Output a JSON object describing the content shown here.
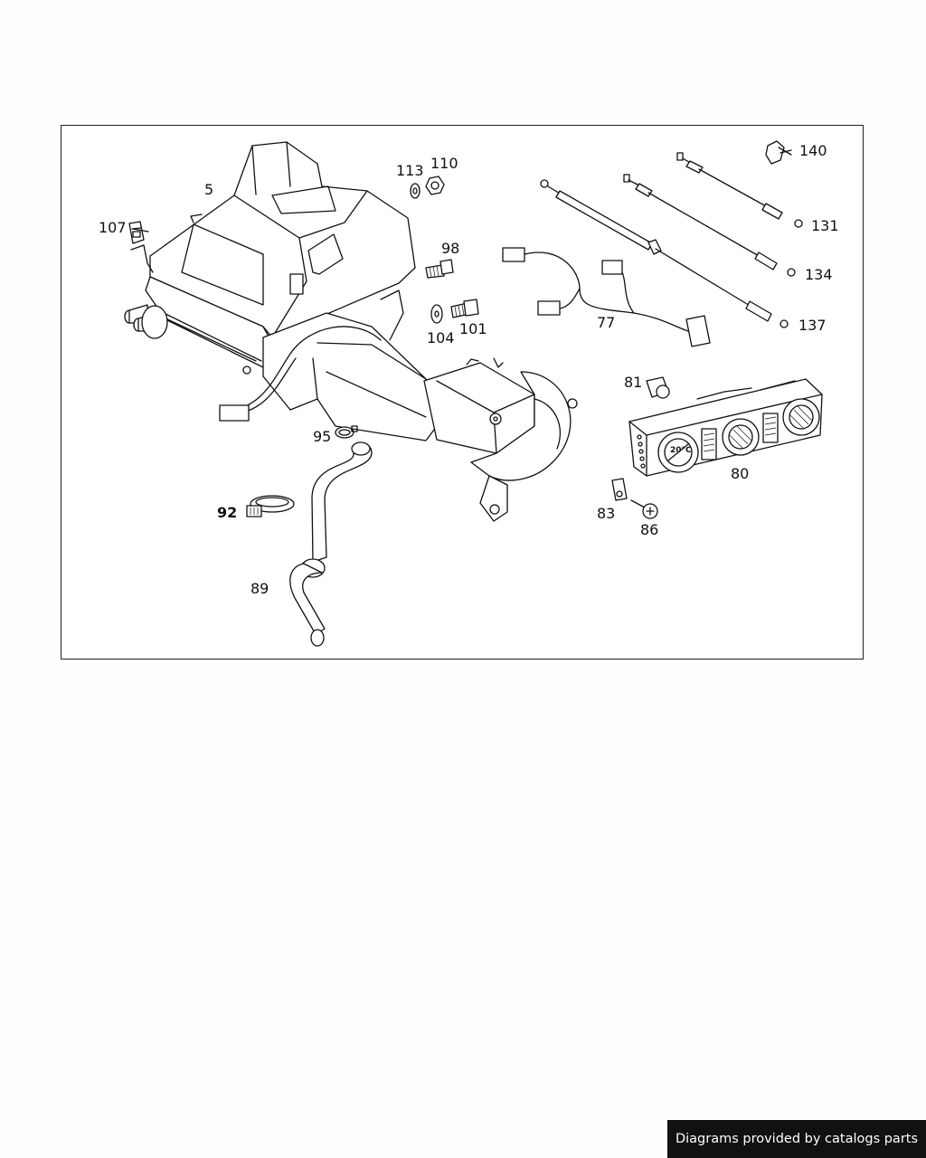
{
  "credit": "Diagrams provided by catalogs parts",
  "parts": {
    "p5": "5",
    "p107": "107",
    "p113": "113",
    "p110": "110",
    "p98": "98",
    "p104": "104",
    "p101": "101",
    "p77": "77",
    "p140": "140",
    "p131": "131",
    "p134": "134",
    "p137": "137",
    "p81": "81",
    "p80": "80",
    "p83": "83",
    "p86": "86",
    "p95": "95",
    "p92": "92",
    "p89": "89"
  },
  "panel_display": "20°C"
}
